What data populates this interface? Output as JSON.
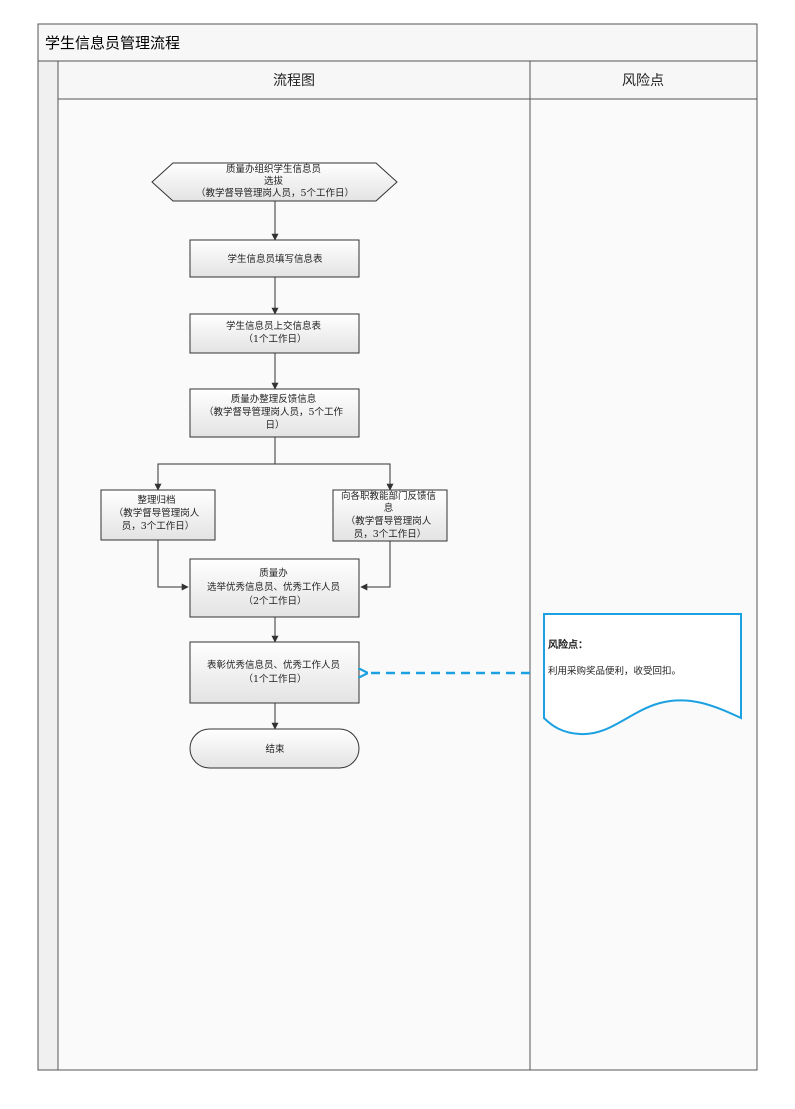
{
  "title": "学生信息员管理流程",
  "columns": {
    "flow": "流程图",
    "risk": "风险点"
  },
  "nodes": {
    "start": [
      "质量办组织学生信息员",
      "选拔",
      "（教学督导管理岗人员，5个工作日）"
    ],
    "fill_form": [
      "学生信息员填写信息表"
    ],
    "submit_form": [
      "学生信息员上交信息表",
      "（1个工作日）"
    ],
    "organize_feedback": [
      "质量办整理反馈信息",
      "（教学督导管理岗人员，5个工作",
      "日）"
    ],
    "archive": [
      "整理归档",
      "（教学督导管理岗人",
      "员，3个工作日）"
    ],
    "dept_feedback": [
      "向各职教能部门反馈信",
      "息",
      "（教学督导管理岗人",
      "员，3个工作日）"
    ],
    "select_excellent": [
      "质量办",
      "选举优秀信息员、优秀工作人员",
      "（2个工作日）"
    ],
    "commend": [
      "表彰优秀信息员、优秀工作人员",
      "（1个工作日）"
    ],
    "end": [
      "结束"
    ]
  },
  "risk": {
    "heading": "风险点：",
    "text": "利用采购奖品便利，收受回扣。"
  },
  "colors": {
    "line": "#333333",
    "box_fill_top": "#ffffff",
    "box_fill_bottom": "#e6e6e6",
    "risk_border": "#1ba1e2",
    "risk_arrow": "#1ba1e2",
    "header_fill": "#f7f7f7",
    "lane_fill": "#fafafa"
  }
}
